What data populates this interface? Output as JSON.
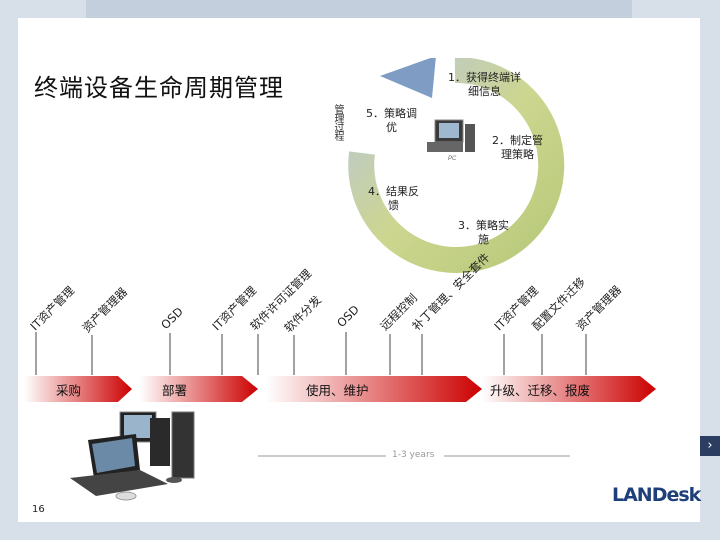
{
  "title": "终端设备生命周期管理",
  "page_number": "16",
  "cycle": {
    "step1": "1．获得终端详\n细信息",
    "step2": "2．制定管\n理策略",
    "step3": "3．策略实\n施",
    "step4": "4．结果反\n馈",
    "step5": "5．策略调\n优",
    "side_label": "管理过程",
    "pc_label": "PC"
  },
  "rotated_labels": [
    "IT资产管理",
    "资产管理器",
    "OSD",
    "IT资产管理",
    "软件许可证管理",
    "软件分发",
    "OSD",
    "远程控制",
    "补丁管理、安全套件",
    "IT资产管理",
    "配置文件迁移",
    "资产管理器"
  ],
  "phases": [
    "采购",
    "部署",
    "使用、维护",
    "升级、迁移、报废"
  ],
  "timeline_label": "1-3 years",
  "logo": "LANDesk",
  "nav": {
    "next_icon": "›"
  },
  "colors": {
    "arrow_red": "#cc0000",
    "cycle_green": "#c5cf8e",
    "cycle_blue": "#7f9cc4",
    "brand": "#1f3f7a"
  }
}
